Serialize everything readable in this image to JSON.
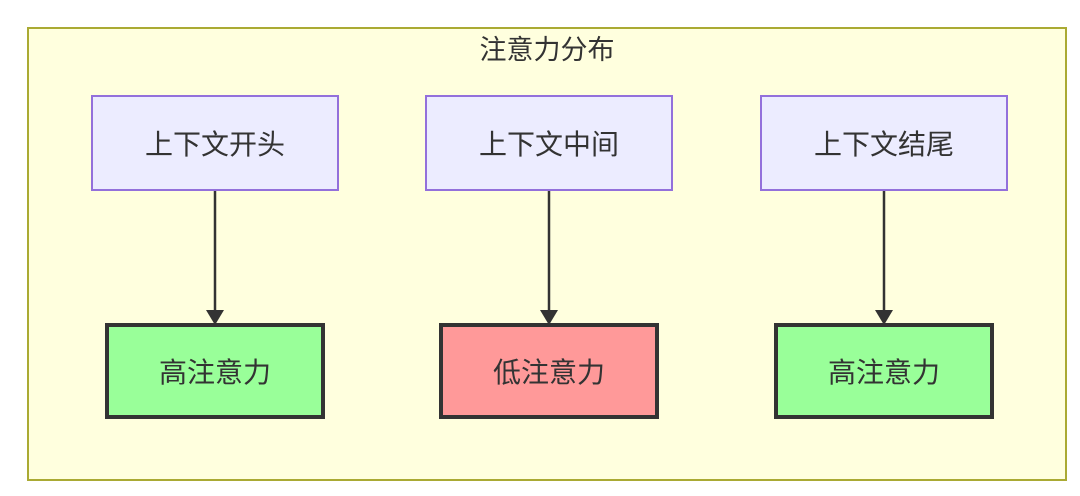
{
  "diagram": {
    "type": "flowchart",
    "title": "注意力分布",
    "columns": [
      {
        "source_label": "上下文开头",
        "result_label": "高注意力",
        "attention_level": "high"
      },
      {
        "source_label": "上下文中间",
        "result_label": "低注意力",
        "attention_level": "low"
      },
      {
        "source_label": "上下文结尾",
        "result_label": "高注意力",
        "attention_level": "high"
      }
    ],
    "colors": {
      "cluster_background": "#ffffde",
      "cluster_border": "#aaaa33",
      "source_node_background": "#ececff",
      "source_node_border": "#9370db",
      "high_attention_background": "#99ff99",
      "low_attention_background": "#ff9999",
      "result_node_border": "#333333",
      "text": "#333333",
      "arrow": "#333333"
    }
  }
}
